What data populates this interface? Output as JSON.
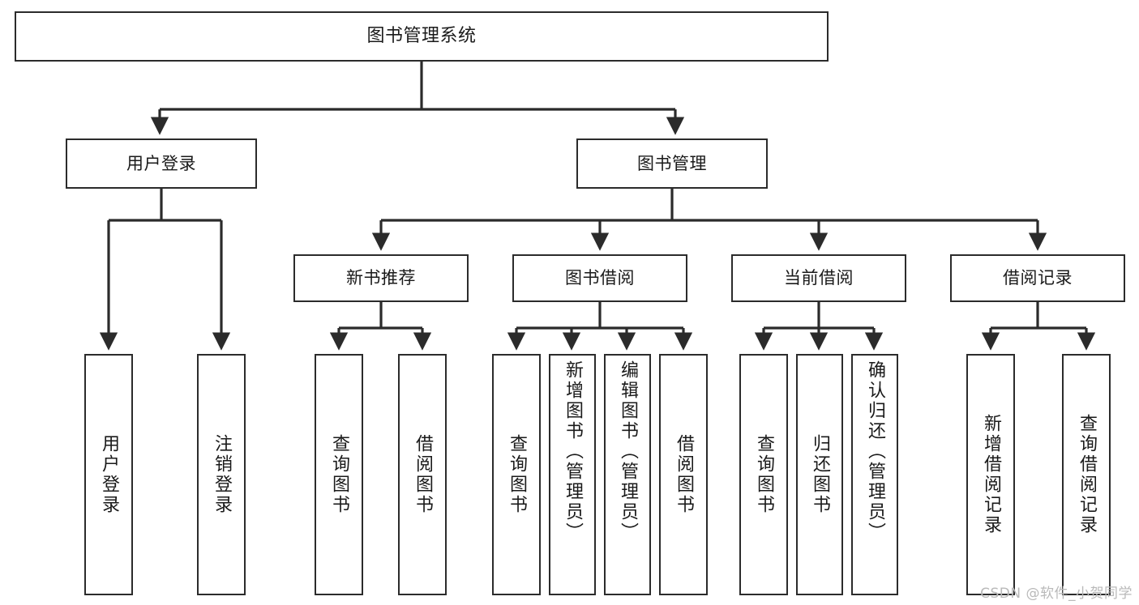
{
  "diagram": {
    "type": "tree-hierarchy",
    "title": "图书管理系统",
    "watermark": "CSDN @软件_小贺同学",
    "colors": {
      "stroke": "#2b2b2b",
      "fill": "#ffffff",
      "text": "#1a1a1a",
      "watermark": "#b9b9b9"
    },
    "nodes": {
      "root": {
        "label": "图书管理系统",
        "level": 1
      },
      "l2": [
        {
          "id": "user-login",
          "label": "用户登录",
          "level": 2
        },
        {
          "id": "book-manage",
          "label": "图书管理",
          "level": 2
        }
      ],
      "l3": [
        {
          "id": "new-book-rec",
          "label": "新书推荐",
          "level": 3,
          "parent": "book-manage"
        },
        {
          "id": "book-borrow",
          "label": "图书借阅",
          "level": 3,
          "parent": "book-manage"
        },
        {
          "id": "current-borrow",
          "label": "当前借阅",
          "level": 3,
          "parent": "book-manage"
        },
        {
          "id": "borrow-record",
          "label": "借阅记录",
          "level": 3,
          "parent": "book-manage"
        }
      ],
      "leaves": [
        {
          "id": "leaf-user-login",
          "label": "用户登录",
          "parent": "user-login"
        },
        {
          "id": "leaf-user-logout",
          "label": "注销登录",
          "parent": "user-login"
        },
        {
          "id": "leaf-query-book-1",
          "label": "查询图书",
          "parent": "new-book-rec"
        },
        {
          "id": "leaf-borrow-book-1",
          "label": "借阅图书",
          "parent": "new-book-rec"
        },
        {
          "id": "leaf-query-book-2",
          "label": "查询图书",
          "parent": "book-borrow"
        },
        {
          "id": "leaf-add-book",
          "label": "新增图书（管理员）",
          "parent": "book-borrow"
        },
        {
          "id": "leaf-edit-book",
          "label": "编辑图书（管理员）",
          "parent": "book-borrow"
        },
        {
          "id": "leaf-borrow-book-2",
          "label": "借阅图书",
          "parent": "book-borrow"
        },
        {
          "id": "leaf-query-book-3",
          "label": "查询图书",
          "parent": "current-borrow"
        },
        {
          "id": "leaf-return-book",
          "label": "归还图书",
          "parent": "current-borrow"
        },
        {
          "id": "leaf-confirm-return",
          "label": "确认归还（管理员）",
          "parent": "current-borrow"
        },
        {
          "id": "leaf-add-record",
          "label": "新增借阅记录",
          "parent": "borrow-record"
        },
        {
          "id": "leaf-query-record",
          "label": "查询借阅记录",
          "parent": "borrow-record"
        }
      ]
    }
  }
}
